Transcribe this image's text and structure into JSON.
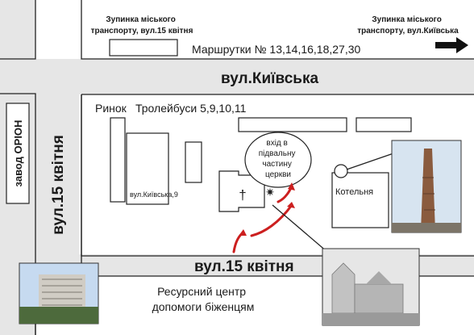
{
  "stops": {
    "left": [
      "Зупинка міського",
      "транспорту, вул.15 квітня"
    ],
    "right": [
      "Зупинка міського",
      "транспорту, вул.Київська"
    ]
  },
  "routes": {
    "minibus": "Маршрутки № 13,14,16,18,27,30",
    "market": "Ринок",
    "trolleybus": "Тролейбуси 5,9,10,11"
  },
  "streets": {
    "kyivska": "вул.Київська",
    "april15_vertical": "вул.15 квітня",
    "april15_horizontal": "вул.15 квітня"
  },
  "buildings": {
    "orion": "завод ОРІОН",
    "kyivska9": "вул.Київська,9",
    "boiler": "Котельня"
  },
  "callout": [
    "вхід в",
    "підвальну",
    "частину",
    "церкви"
  ],
  "resource_center": [
    "Ресурсний центр",
    "допомоги біженцям"
  ],
  "colors": {
    "road": "#e6e6e6",
    "arrow": "#cc1f1f",
    "outline": "#222222"
  }
}
